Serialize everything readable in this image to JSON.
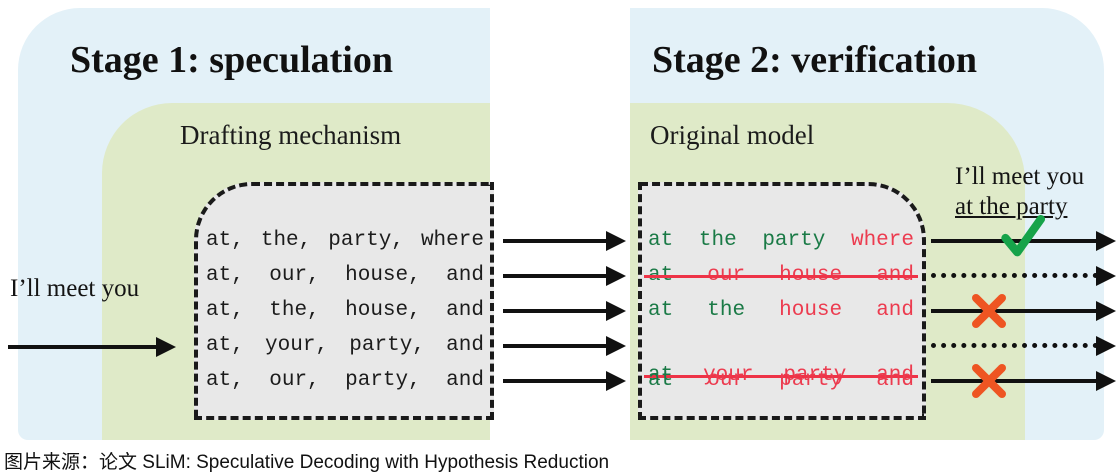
{
  "figure": {
    "stage1": {
      "title": "Stage 1: speculation",
      "model_caption": "Drafting mechanism",
      "input_text": "I’ll meet you",
      "draft_rows": [
        [
          "at,",
          "the,",
          "party,",
          "where"
        ],
        [
          "at,",
          "our,",
          "house,",
          "and"
        ],
        [
          "at,",
          "the,",
          "house,",
          "and"
        ],
        [
          "at,",
          "your,",
          "party,",
          "and"
        ],
        [
          "at,",
          "our,",
          "party,",
          "and"
        ]
      ]
    },
    "stage2": {
      "title": "Stage 2: verification",
      "model_caption": "Original model",
      "output_line1": "I’ll meet you",
      "output_line2": "at the party",
      "verify_rows": [
        {
          "tokens": [
            {
              "text": "at",
              "state": "accept"
            },
            {
              "text": "the",
              "state": "accept"
            },
            {
              "text": "party",
              "state": "accept"
            },
            {
              "text": "where",
              "state": "reject"
            }
          ],
          "struck": false,
          "result": "check",
          "out_arrow": "solid"
        },
        {
          "tokens": [
            {
              "text": "at",
              "state": "accept"
            },
            {
              "text": "our",
              "state": "reject"
            },
            {
              "text": "house",
              "state": "reject"
            },
            {
              "text": "and",
              "state": "reject"
            }
          ],
          "struck": true,
          "result": "none",
          "out_arrow": "dotted"
        },
        {
          "tokens": [
            {
              "text": "at",
              "state": "accept"
            },
            {
              "text": "the",
              "state": "accept"
            },
            {
              "text": "house",
              "state": "reject"
            },
            {
              "text": "and",
              "state": "reject"
            }
          ],
          "struck": false,
          "result": "cross",
          "out_arrow": "solid"
        },
        {
          "tokens": [
            {
              "text": "at",
              "state": "accept"
            },
            {
              "text": "your",
              "state": "reject"
            },
            {
              "text": "party",
              "state": "reject"
            },
            {
              "text": "and",
              "state": "reject"
            }
          ],
          "struck": true,
          "result": "none",
          "out_arrow": "dotted"
        },
        {
          "tokens": [
            {
              "text": "at",
              "state": "accept"
            },
            {
              "text": "our",
              "state": "reject"
            },
            {
              "text": "party",
              "state": "reject"
            },
            {
              "text": "and",
              "state": "reject"
            }
          ],
          "struck": false,
          "result": "cross",
          "out_arrow": "solid"
        }
      ]
    },
    "caption": "图片来源：论文 SLiM: Speculative Decoding with Hypothesis Reduction",
    "colors": {
      "stage_panel": "#e3f1f8",
      "model_panel": "#dfeac8",
      "token_box": "#e8e8e8",
      "accept_green": "#1a7a46",
      "reject_red": "#ec3b4f",
      "check_green": "#16a34a",
      "cross_orange": "#ee5522",
      "arrow_black": "#111111"
    }
  }
}
